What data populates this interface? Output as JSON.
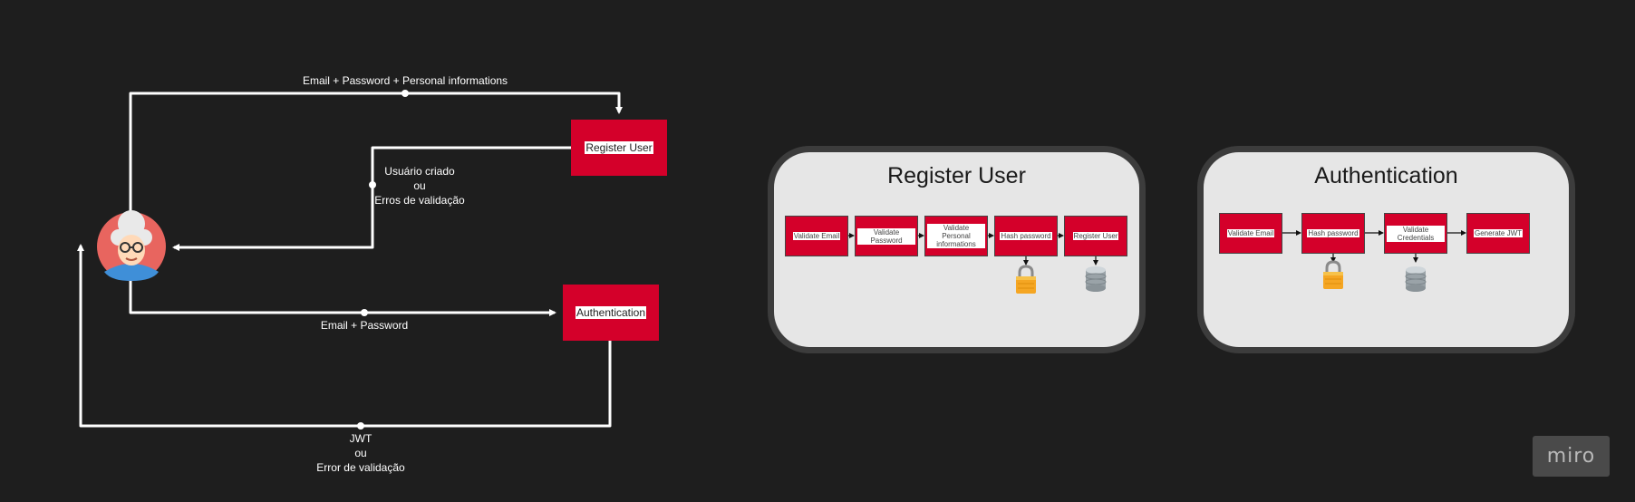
{
  "flow": {
    "edge_register_request": "Email + Password + Personal informations",
    "edge_register_response": [
      "Usuário criado",
      "ou",
      "Erros de validação"
    ],
    "edge_auth_request": "Email + Password",
    "edge_auth_response": [
      "JWT",
      "ou",
      "Error de validação"
    ],
    "node_register": "Register User",
    "node_auth": "Authentication",
    "user_icon": "elderly-woman-avatar-icon"
  },
  "panels": [
    {
      "title": "Register User",
      "steps": [
        "Validate Email",
        "Validate Password",
        "Validate Personal informations",
        "Hash password",
        "Register User"
      ],
      "step_icons": {
        "Hash password": "lock-icon",
        "Register User": "database-icon"
      }
    },
    {
      "title": "Authentication",
      "steps": [
        "Validate Email",
        "Hash password",
        "Validate Credentials",
        "Generate JWT"
      ],
      "step_icons": {
        "Hash password": "lock-icon",
        "Validate Credentials": "database-icon"
      }
    }
  ],
  "brand": {
    "logo": "miro"
  },
  "colors": {
    "background": "#1e1e1e",
    "node": "#d4002a",
    "panel": "#e6e6e6",
    "panel_border": "#3c3c3c",
    "connector": "#ffffff"
  }
}
